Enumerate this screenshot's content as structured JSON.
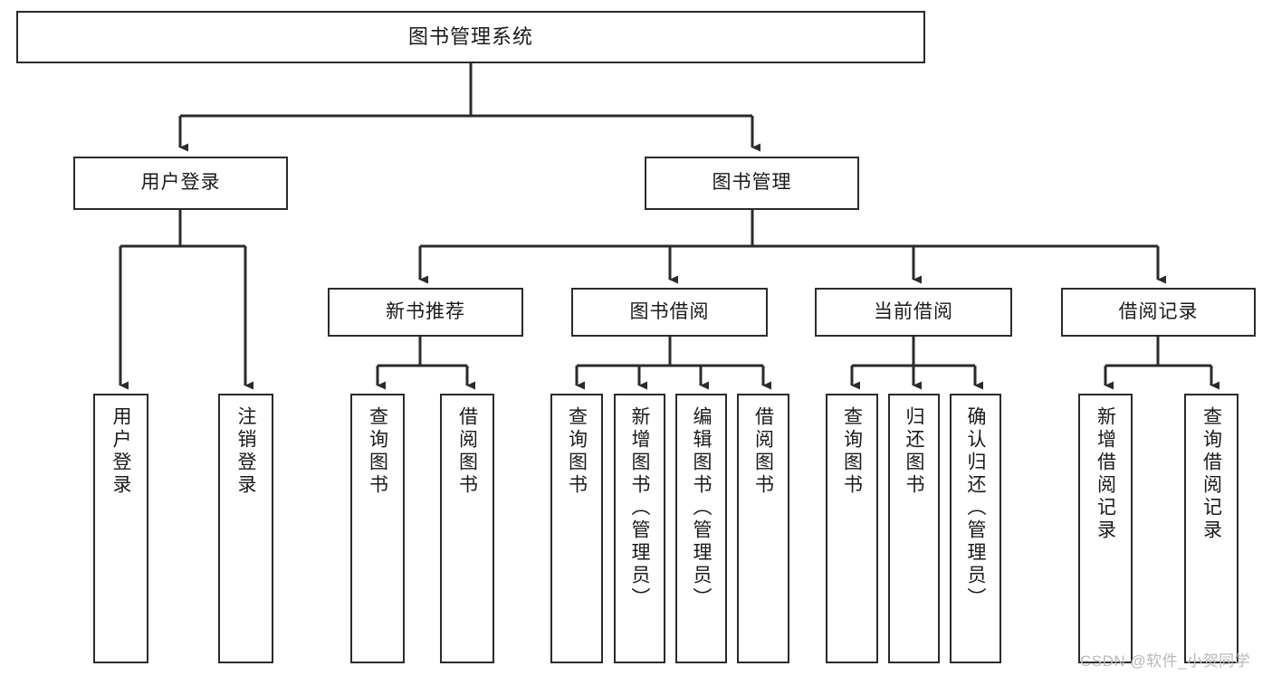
{
  "diagram": {
    "title": "图书管理系统",
    "type": "hierarchy-tree",
    "orientation": "top-down",
    "colors": {
      "box_border": "#2b2b2b",
      "box_fill": "#ffffff",
      "edge": "#2b2b2b",
      "text": "#1a1a1a",
      "watermark": "#b9b9b9",
      "background": "#ffffff"
    },
    "levels": [
      {
        "level": 1,
        "nodes": [
          {
            "id": "root",
            "label": "图书管理系统",
            "orientation": "horizontal"
          }
        ]
      },
      {
        "level": 2,
        "nodes": [
          {
            "id": "login",
            "label": "用户登录",
            "orientation": "horizontal",
            "parent": "root"
          },
          {
            "id": "bookmgmt",
            "label": "图书管理",
            "orientation": "horizontal",
            "parent": "root"
          }
        ]
      },
      {
        "level": 3,
        "nodes": [
          {
            "id": "newbook",
            "label": "新书推荐",
            "orientation": "horizontal",
            "parent": "bookmgmt"
          },
          {
            "id": "borrow",
            "label": "图书借阅",
            "orientation": "horizontal",
            "parent": "bookmgmt"
          },
          {
            "id": "current",
            "label": "当前借阅",
            "orientation": "horizontal",
            "parent": "bookmgmt"
          },
          {
            "id": "records",
            "label": "借阅记录",
            "orientation": "horizontal",
            "parent": "bookmgmt"
          }
        ]
      },
      {
        "level": 4,
        "nodes": [
          {
            "id": "leaf-user-login",
            "label": "用户登录",
            "orientation": "vertical",
            "parent": "login"
          },
          {
            "id": "leaf-user-logout",
            "label": "注销登录",
            "orientation": "vertical",
            "parent": "login"
          },
          {
            "id": "leaf-query-book-1",
            "label": "查询图书",
            "orientation": "vertical",
            "parent": "newbook"
          },
          {
            "id": "leaf-borrow-book-1",
            "label": "借阅图书",
            "orientation": "vertical",
            "parent": "newbook"
          },
          {
            "id": "leaf-query-book-2",
            "label": "查询图书",
            "orientation": "vertical",
            "parent": "borrow"
          },
          {
            "id": "leaf-add-book",
            "label": "新增图书（管理员）",
            "orientation": "vertical",
            "parent": "borrow"
          },
          {
            "id": "leaf-edit-book",
            "label": "编辑图书（管理员）",
            "orientation": "vertical",
            "parent": "borrow"
          },
          {
            "id": "leaf-borrow-book-2",
            "label": "借阅图书",
            "orientation": "vertical",
            "parent": "borrow"
          },
          {
            "id": "leaf-query-book-3",
            "label": "查询图书",
            "orientation": "vertical",
            "parent": "current"
          },
          {
            "id": "leaf-return-book",
            "label": "归还图书",
            "orientation": "vertical",
            "parent": "current"
          },
          {
            "id": "leaf-confirm-return",
            "label": "确认归还（管理员）",
            "orientation": "vertical",
            "parent": "current"
          },
          {
            "id": "leaf-add-record",
            "label": "新增借阅记录",
            "orientation": "vertical",
            "parent": "records"
          },
          {
            "id": "leaf-query-record",
            "label": "查询借阅记录",
            "orientation": "vertical",
            "parent": "records"
          }
        ]
      }
    ]
  },
  "watermark": {
    "text": "CSDN @软件_小贺同学"
  }
}
